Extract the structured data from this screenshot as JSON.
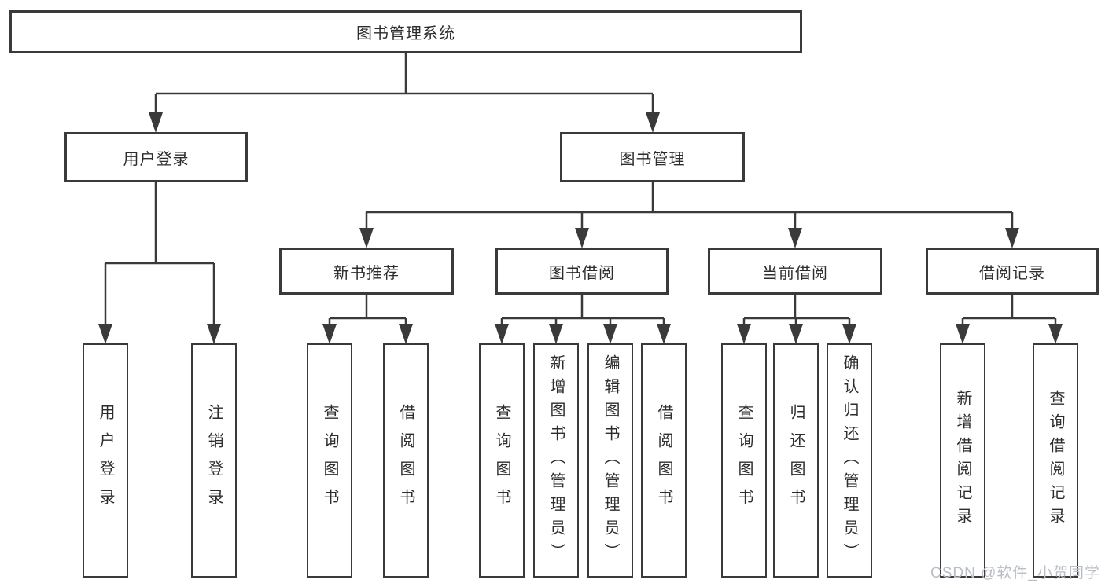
{
  "tree": {
    "root": "图书管理系统",
    "login": {
      "label": "用户登录",
      "children": [
        "用户登录",
        "注销登录"
      ]
    },
    "mgmt": {
      "label": "图书管理",
      "groups": [
        {
          "label": "新书推荐",
          "children": [
            "查询图书",
            "借阅图书"
          ]
        },
        {
          "label": "图书借阅",
          "children": [
            "查询图书",
            "新增图书（管理员）",
            "编辑图书（管理员）",
            "借阅图书"
          ]
        },
        {
          "label": "当前借阅",
          "children": [
            "查询图书",
            "归还图书",
            "确认归还（管理员）"
          ]
        },
        {
          "label": "借阅记录",
          "children": [
            "新增借阅记录",
            "查询借阅记录"
          ]
        }
      ]
    }
  },
  "watermark": "CSDN @软件_小贺同学",
  "colors": {
    "line": "#3a3a3a",
    "text": "#2d2d2d",
    "watermark": "#b9bec6"
  }
}
